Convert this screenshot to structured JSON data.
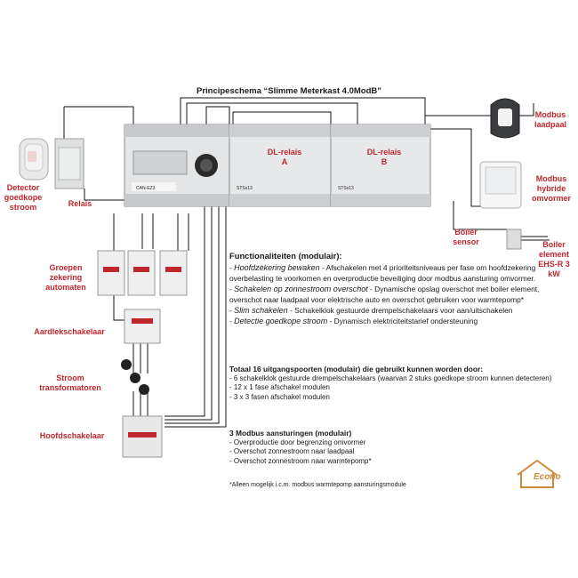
{
  "title": "Principeschema “Slimme Meterkast 4.0ModB”",
  "labels": {
    "detector": [
      "Detector",
      "goedkope",
      "stroom"
    ],
    "relais": "Relais",
    "groepen": [
      "Groepen",
      "zekering",
      "automaten"
    ],
    "aardlek": "Aardlekschakelaar",
    "stroomtrafo": [
      "Stroom",
      "transformatoren"
    ],
    "hoofdschakelaar": "Hoofdschakelaar",
    "dl_relais_a": [
      "DL-relais",
      "A"
    ],
    "dl_relais_b": [
      "DL-relais",
      "B"
    ],
    "laadpaal": [
      "Modbus",
      "laadpaal"
    ],
    "omvormer": [
      "Modbus",
      "hybride",
      "omvormer"
    ],
    "boiler_sensor": [
      "Boiler",
      "sensor"
    ],
    "boiler_element": [
      "Boiler",
      "element",
      "EHS-R 3",
      "kW"
    ]
  },
  "device_text": {
    "controller_model": "CAN-EZ3",
    "module_a": "STSx13",
    "module_b": "STSx13"
  },
  "functionaliteiten": {
    "heading": "Functionaliteiten (modulair):",
    "items": [
      {
        "title": "Hoofdzekering bewaken",
        "text": " - Afschakelen met 4 prioriteitsniveaus per fase om hoofdzekering overbelasting te voorkomen en overproductie beveiliging door modbus aansturing omvormer."
      },
      {
        "title": "Schakelen op zonnestroom overschot",
        "text": " - Dynamische opslag overschot met boiler element, overschot naar laadpaal voor elektrische auto en overschot gebruiken voor warmtepomp*"
      },
      {
        "title": "Slim schakelen",
        "text": " - Schakelklok gestuurde drempelschakelaars voor aan/uitschakelen"
      },
      {
        "title": "Detectie goedkope stroom",
        "text": "  - Dynamisch elektriciteitstarief ondersteuning"
      }
    ]
  },
  "uitgangspoorten": {
    "heading": "Totaal 16 uitgangspoorten (modulair) die gebruikt kunnen worden door:",
    "items": [
      "- 6 schakelklok gestuurde drempelschakelaars (waarvan 2 stuks goedkope stroom kunnen detecteren)",
      "- 12 x 1 fase afschakel modulen",
      "- 3 x 3 fasen afschakel modulen"
    ]
  },
  "modbus": {
    "heading": "3 Modbus aansturingen (modulair)",
    "items": [
      "- Overproductie door begrenzing omvormer",
      "- Overschot zonnestroom naar laadpaal",
      "- Overschot zonnestroom naar warmtepomp*"
    ]
  },
  "footnote": "*Alleen mogelijk i.c.m. modbus warmtepomp aansturingsmodule",
  "logo": "Econo",
  "colors": {
    "label_red": "#c0262d",
    "logo_orange": "#d08a3c"
  }
}
